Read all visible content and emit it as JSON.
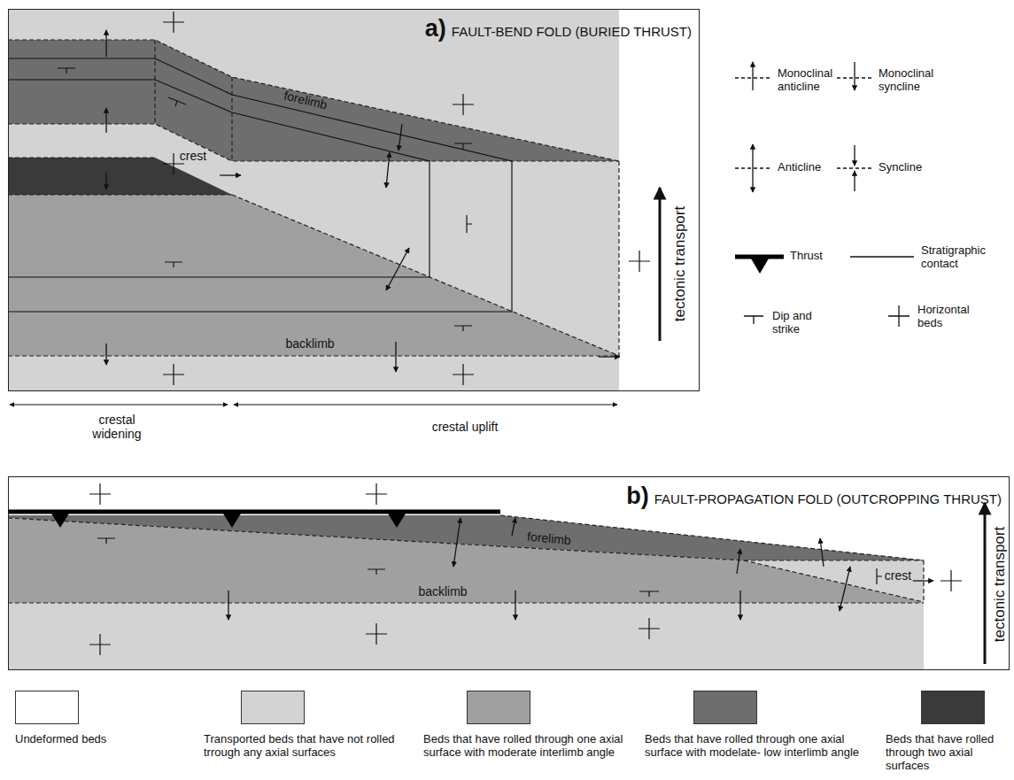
{
  "diagram": {
    "nodes": [
      {
        "text": [
          "a)",
          "FAULT-BEND FOLD (BURIED THRUST)"
        ]
      },
      {
        "text": [
          "b)",
          "FAULT-PROPAGATION FOLD (OUTCROPPING THRUST)"
        ]
      }
    ],
    "labels": [
      "crest",
      "forelimb",
      "backlimb",
      "crestal widening",
      "crestal uplift",
      "tectonic transport",
      "forelimb",
      "backlimb",
      "crest",
      "tectonic transport"
    ],
    "legend": [
      {
        "text": "Monoclinal anticline"
      },
      {
        "text": "Monoclinal syncline"
      },
      {
        "text": "Anticline"
      },
      {
        "text": "Syncline"
      },
      {
        "text": "Thrust"
      },
      {
        "text": "Stratigraphic contact"
      },
      {
        "text": "Dip and strike"
      },
      {
        "text": "Horizontal beds"
      },
      {
        "text": "Undeformed beds",
        "color": "#ffffff"
      },
      {
        "text": "Transported beds that have not rolled trrough any axial surfaces",
        "color": "#d3d3d3"
      },
      {
        "text": "Beds that have rolled through one axial surface with moderate interlimb angle",
        "color": "#a0a0a0"
      },
      {
        "text": "Beds that have rolled through one axial surface with modelate- low interlimb angle",
        "color": "#6e6e6e"
      },
      {
        "text": "Beds that have rolled through two axial surfaces",
        "color": "#3a3a3a"
      }
    ]
  }
}
